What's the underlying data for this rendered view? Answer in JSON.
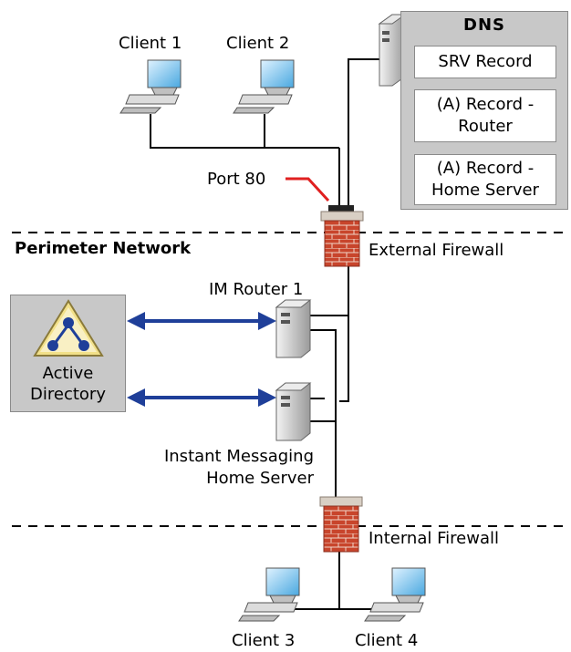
{
  "dns": {
    "title": "DNS",
    "srv_record": "SRV Record",
    "a_record_router": "(A) Record -\nRouter",
    "a_record_home": "(A) Record -\nHome Server"
  },
  "zones": {
    "perimeter": "Perimeter Network"
  },
  "firewalls": {
    "external": "External Firewall",
    "internal": "Internal Firewall"
  },
  "port": "Port 80",
  "servers": {
    "im_router": "IM Router 1",
    "home_server": "Instant Messaging\nHome Server"
  },
  "active_directory": "Active\nDirectory",
  "clients": {
    "client1": "Client 1",
    "client2": "Client 2",
    "client3": "Client 3",
    "client4": "Client 4"
  }
}
